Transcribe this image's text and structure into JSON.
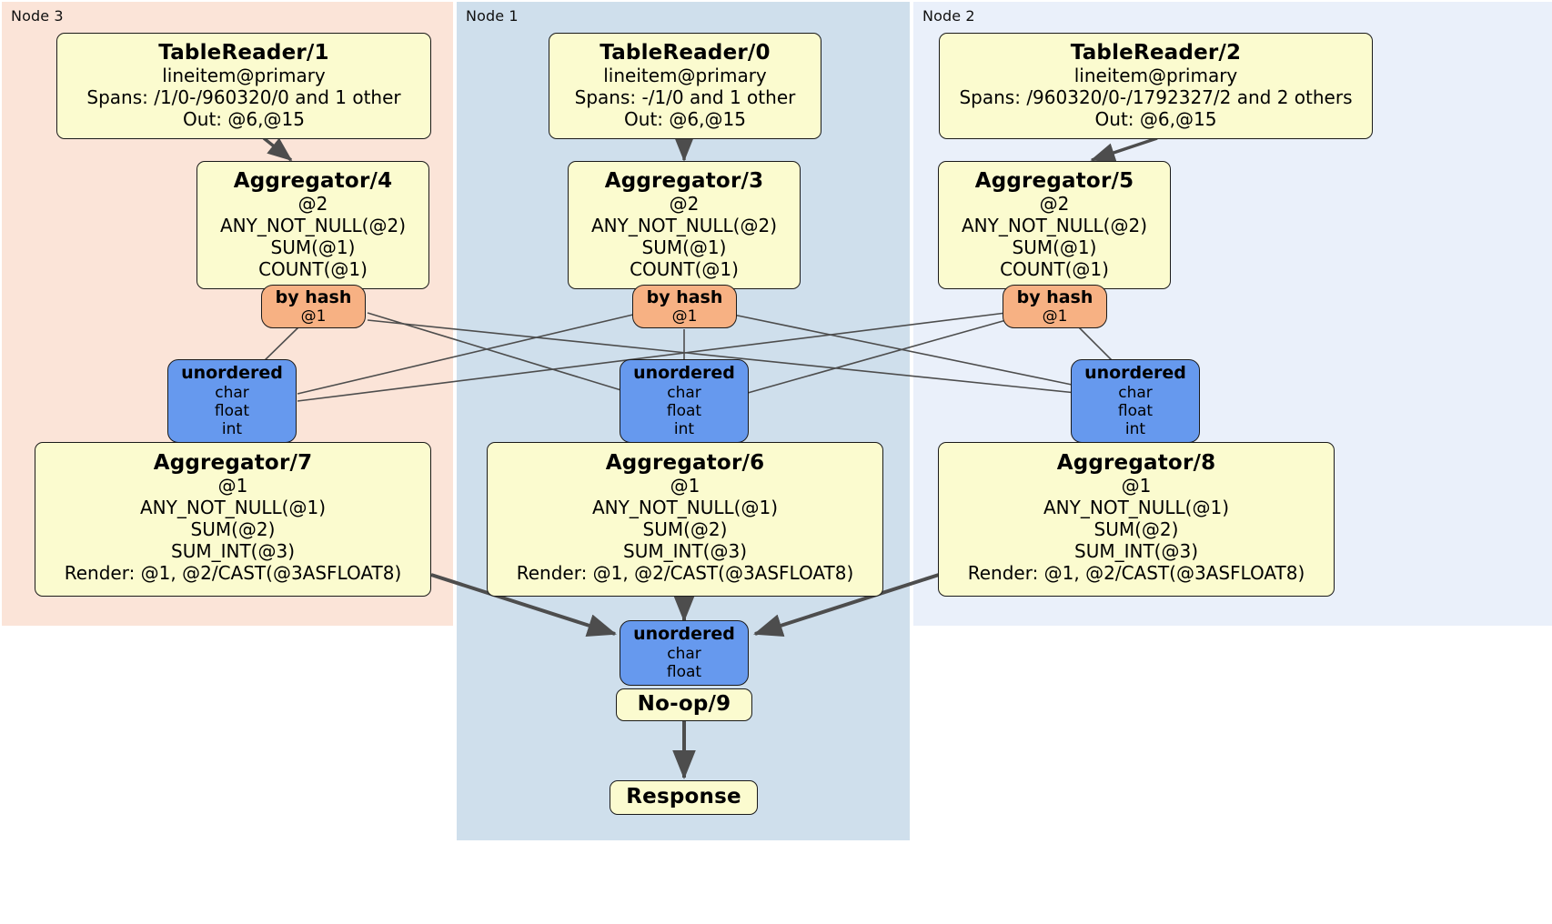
{
  "diagram": {
    "type": "distributed-query-plan",
    "title": "",
    "colors": {
      "node3_panel": "#fbe4d8",
      "node1_panel": "#cfdfec",
      "node2_panel": "#eaf0fa",
      "processor_box": "#fbfbcf",
      "hash_router": "#f7b183",
      "unordered_router": "#6699ee",
      "edge": "#4d4d4d",
      "border": "#1a1a1a"
    }
  },
  "panels": [
    {
      "id": "node3",
      "label": "Node 3"
    },
    {
      "id": "node1",
      "label": "Node 1"
    },
    {
      "id": "node2",
      "label": "Node 2"
    }
  ],
  "table_readers": [
    {
      "id": "tr1",
      "title": "TableReader/1",
      "source": "lineitem@primary",
      "spans": "Spans: /1/0-/960320/0 and 1 other",
      "out": "Out: @6,@15"
    },
    {
      "id": "tr0",
      "title": "TableReader/0",
      "source": "lineitem@primary",
      "spans": "Spans: -/1/0 and 1 other",
      "out": "Out: @6,@15"
    },
    {
      "id": "tr2",
      "title": "TableReader/2",
      "source": "lineitem@primary",
      "spans": "Spans: /960320/0-/1792327/2 and 2 others",
      "out": "Out: @6,@15"
    }
  ],
  "local_aggregators": [
    {
      "id": "agg4",
      "title": "Aggregator/4",
      "group": "@2",
      "funcs": [
        "ANY_NOT_NULL(@2)",
        "SUM(@1)",
        "COUNT(@1)"
      ]
    },
    {
      "id": "agg3",
      "title": "Aggregator/3",
      "group": "@2",
      "funcs": [
        "ANY_NOT_NULL(@2)",
        "SUM(@1)",
        "COUNT(@1)"
      ]
    },
    {
      "id": "agg5",
      "title": "Aggregator/5",
      "group": "@2",
      "funcs": [
        "ANY_NOT_NULL(@2)",
        "SUM(@1)",
        "COUNT(@1)"
      ]
    }
  ],
  "hash_routers": [
    {
      "id": "hash4",
      "title": "by hash",
      "key": "@1"
    },
    {
      "id": "hash3",
      "title": "by hash",
      "key": "@1"
    },
    {
      "id": "hash5",
      "title": "by hash",
      "key": "@1"
    }
  ],
  "unordered_inputs": [
    {
      "id": "un7",
      "title": "unordered",
      "types": [
        "char",
        "float",
        "int"
      ]
    },
    {
      "id": "un6",
      "title": "unordered",
      "types": [
        "char",
        "float",
        "int"
      ]
    },
    {
      "id": "un8",
      "title": "unordered",
      "types": [
        "char",
        "float",
        "int"
      ]
    }
  ],
  "final_aggregators": [
    {
      "id": "agg7",
      "title": "Aggregator/7",
      "group": "@1",
      "funcs": [
        "ANY_NOT_NULL(@1)",
        "SUM(@2)",
        "SUM_INT(@3)"
      ],
      "render": "Render: @1, @2/CAST(@3ASFLOAT8)"
    },
    {
      "id": "agg6",
      "title": "Aggregator/6",
      "group": "@1",
      "funcs": [
        "ANY_NOT_NULL(@1)",
        "SUM(@2)",
        "SUM_INT(@3)"
      ],
      "render": "Render: @1, @2/CAST(@3ASFLOAT8)"
    },
    {
      "id": "agg8",
      "title": "Aggregator/8",
      "group": "@1",
      "funcs": [
        "ANY_NOT_NULL(@1)",
        "SUM(@2)",
        "SUM_INT(@3)"
      ],
      "render": "Render: @1, @2/CAST(@3ASFLOAT8)"
    }
  ],
  "final_merge": {
    "id": "un9",
    "title": "unordered",
    "types": [
      "char",
      "float"
    ]
  },
  "noop": {
    "id": "noop9",
    "title": "No-op/9"
  },
  "response": {
    "id": "response",
    "title": "Response"
  }
}
